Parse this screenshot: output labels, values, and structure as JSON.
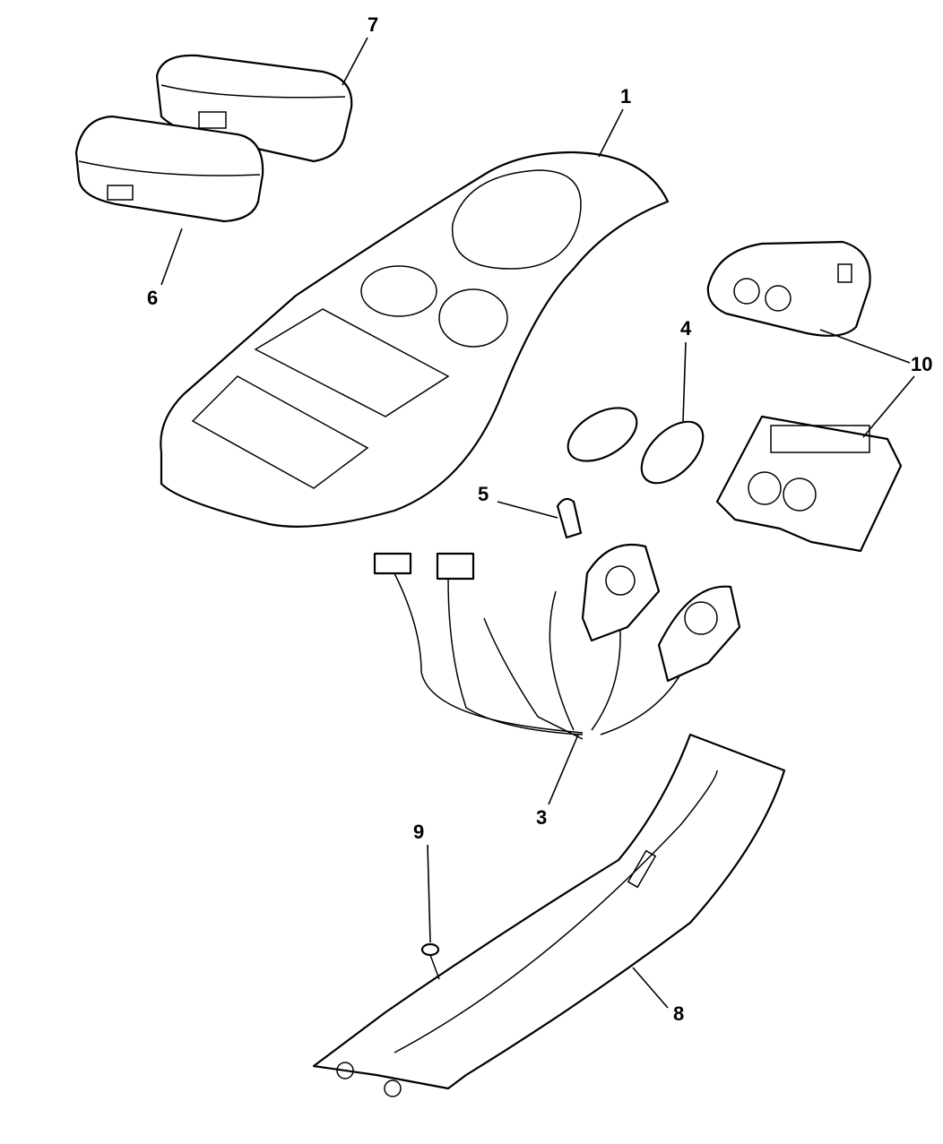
{
  "diagram": {
    "title": "Overhead console exploded parts diagram",
    "callouts": [
      {
        "id": "1"
      },
      {
        "id": "3"
      },
      {
        "id": "4"
      },
      {
        "id": "5"
      },
      {
        "id": "6"
      },
      {
        "id": "7"
      },
      {
        "id": "8"
      },
      {
        "id": "9"
      },
      {
        "id": "10"
      }
    ]
  }
}
